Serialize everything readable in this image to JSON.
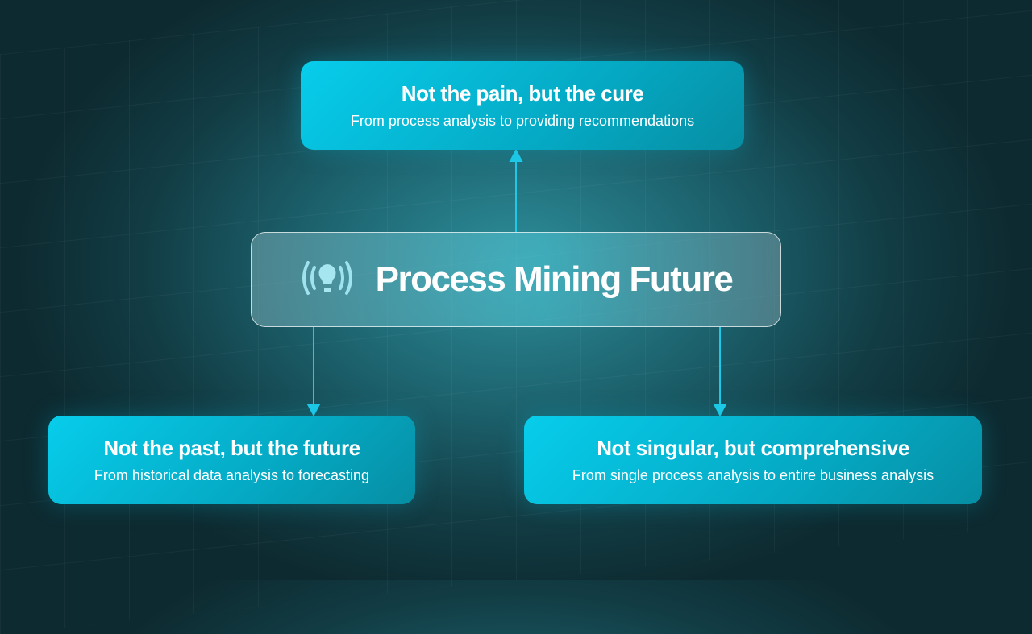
{
  "center": {
    "title": "Process Mining Future",
    "icon": "lightbulb-broadcast-icon"
  },
  "nodes": [
    {
      "title": "Not the pain, but the cure",
      "subtitle": "From process analysis to providing recommendations"
    },
    {
      "title": "Not the past, but the future",
      "subtitle": "From historical data analysis to forecasting"
    },
    {
      "title": "Not singular, but comprehensive",
      "subtitle": "From single process analysis to entire business analysis"
    }
  ],
  "colors": {
    "accent": "#07cdeb",
    "arrow": "#1ec8e6"
  }
}
